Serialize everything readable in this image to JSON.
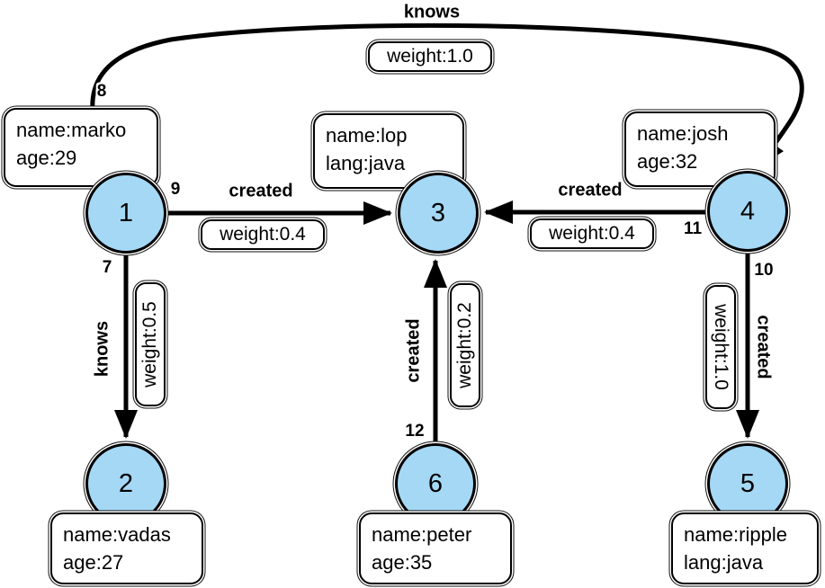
{
  "diagram": {
    "node_fill": "#a5d8f5",
    "nodes": [
      {
        "id": "1",
        "properties": [
          "name:marko",
          "age:29"
        ]
      },
      {
        "id": "2",
        "properties": [
          "name:vadas",
          "age:27"
        ]
      },
      {
        "id": "3",
        "properties": [
          "name:lop",
          "lang:java"
        ]
      },
      {
        "id": "4",
        "properties": [
          "name:josh",
          "age:32"
        ]
      },
      {
        "id": "5",
        "properties": [
          "name:ripple",
          "lang:java"
        ]
      },
      {
        "id": "6",
        "properties": [
          "name:peter",
          "age:35"
        ]
      }
    ],
    "edges": [
      {
        "id": "7",
        "label": "knows",
        "weight": "weight:0.5",
        "from": "1",
        "to": "2"
      },
      {
        "id": "8",
        "label": "knows",
        "weight": "weight:1.0",
        "from": "1",
        "to": "4"
      },
      {
        "id": "9",
        "label": "created",
        "weight": "weight:0.4",
        "from": "1",
        "to": "3"
      },
      {
        "id": "10",
        "label": "created",
        "weight": "weight:1.0",
        "from": "4",
        "to": "5"
      },
      {
        "id": "11",
        "label": "created",
        "weight": "weight:0.4",
        "from": "4",
        "to": "3"
      },
      {
        "id": "12",
        "label": "created",
        "weight": "weight:0.2",
        "from": "6",
        "to": "3"
      }
    ]
  }
}
